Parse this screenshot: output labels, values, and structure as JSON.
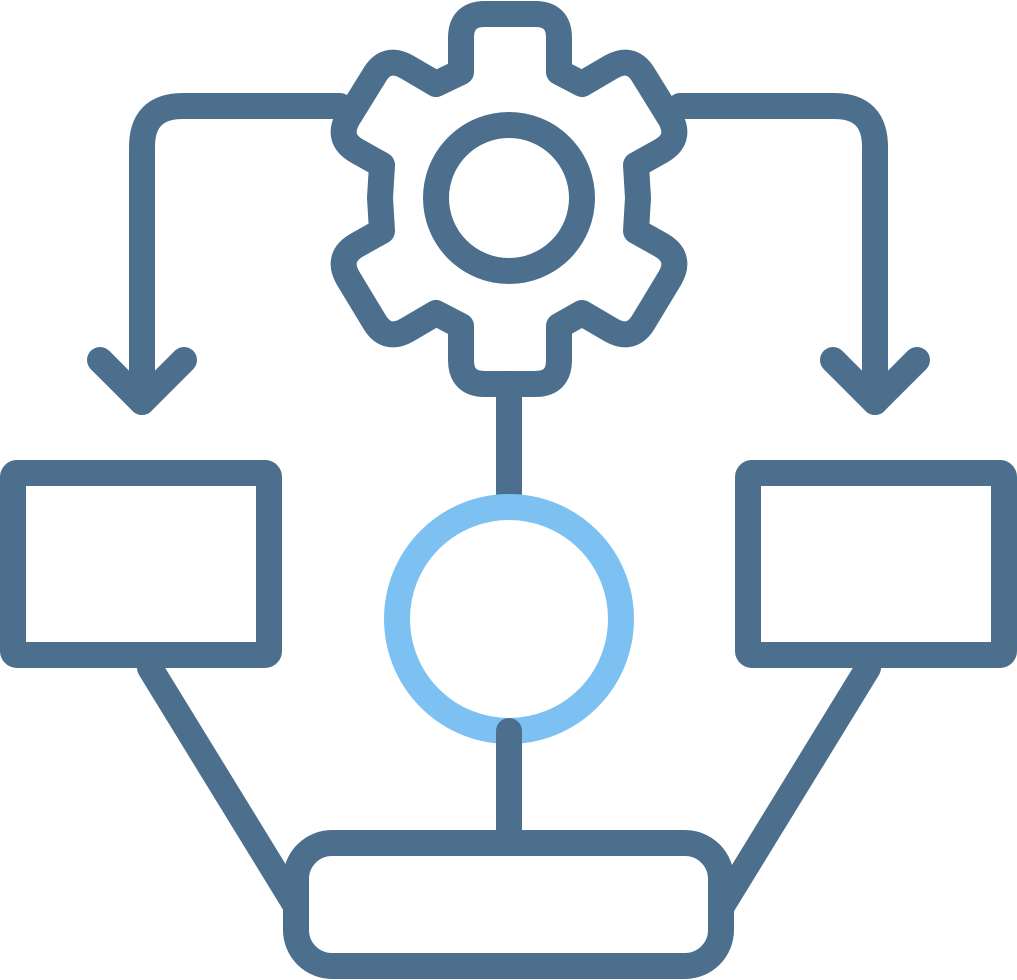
{
  "icon": {
    "name": "workflow-process-icon",
    "colors": {
      "primary": "#4b6f8c",
      "accent": "#7cc1f2",
      "background": "#ffffff"
    },
    "components": [
      "gear-icon",
      "left-arrow-icon",
      "right-arrow-icon",
      "left-box",
      "right-box",
      "center-circle",
      "bottom-bar"
    ]
  }
}
